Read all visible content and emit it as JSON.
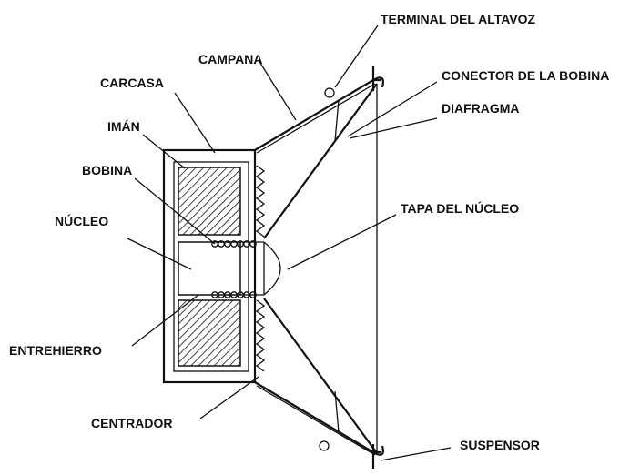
{
  "labels": {
    "terminal": "TERMINAL DEL ALTAVOZ",
    "campana": "CAMPANA",
    "conector": "CONECTOR DE LA BOBINA",
    "carcasa": "CARCASA",
    "diafragma": "DIAFRAGMA",
    "iman": "IMÁN",
    "bobina": "BOBINA",
    "tapa": "TAPA DEL NÚCLEO",
    "nucleo": "NÚCLEO",
    "entrehierro": "ENTREHIERRO",
    "centrador": "CENTRADOR",
    "suspensor": "SUSPENSOR"
  },
  "colors": {
    "ink": "#111111",
    "background": "#ffffff"
  }
}
